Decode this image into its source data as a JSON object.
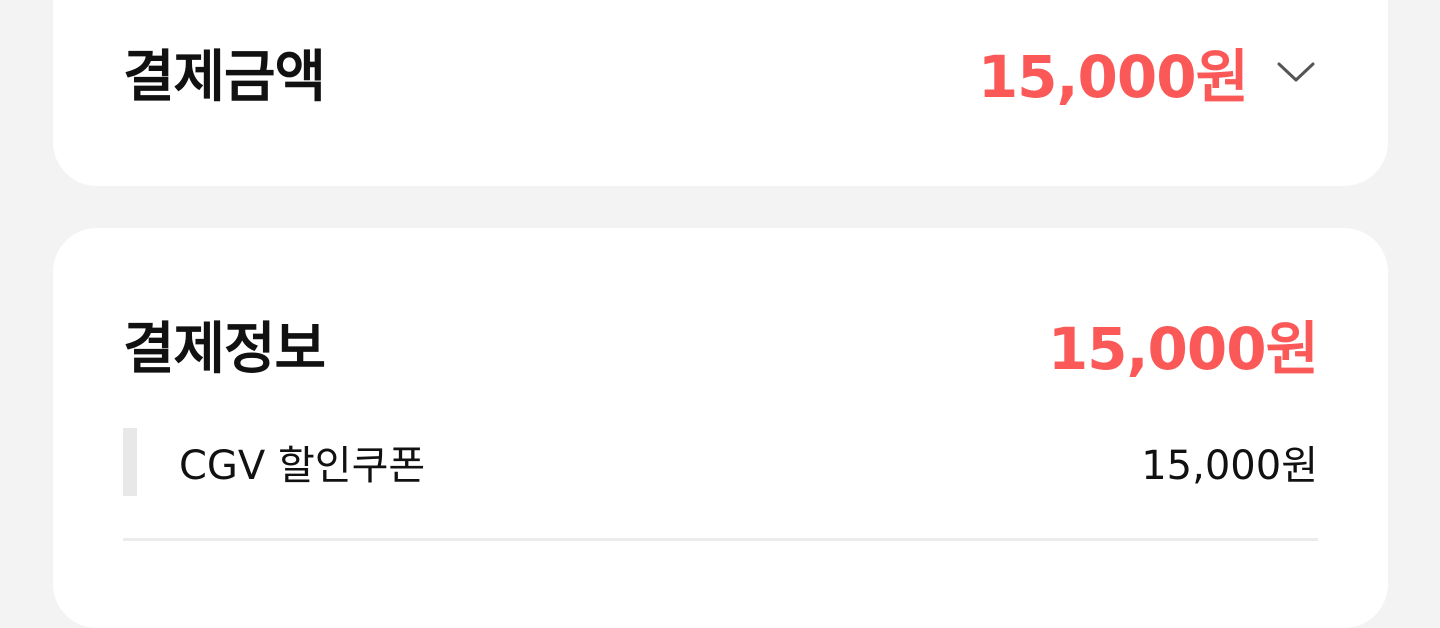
{
  "payment_amount": {
    "title": "결제금액",
    "value": "15,000원",
    "toggle_icon": "chevron-down-icon"
  },
  "payment_info": {
    "title": "결제정보",
    "value": "15,000원",
    "items": [
      {
        "label": "CGV 할인쿠폰",
        "value": "15,000원"
      }
    ]
  },
  "colors": {
    "accent": "#fb5858",
    "text": "#111111",
    "background": "#f3f3f3",
    "card": "#ffffff"
  }
}
